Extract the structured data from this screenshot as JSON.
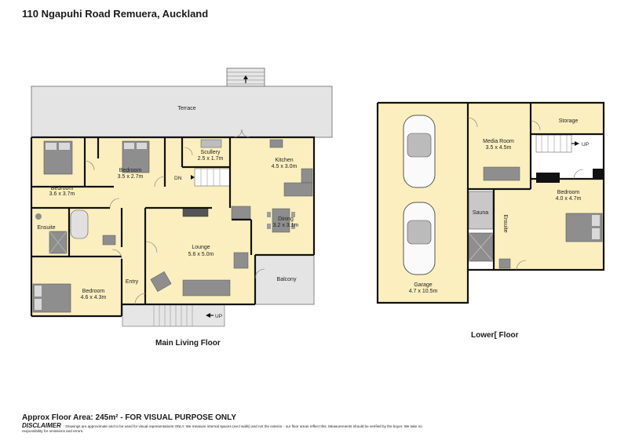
{
  "title": "110 Ngapuhi Road Remuera, Auckland",
  "main_floor_label": "Main Living Floor",
  "lower_floor_label": "Lower[  Floor",
  "floor_area_text": "Approx Floor Area: 245m² - FOR VISUAL PURPOSE ONLY",
  "disclaimer_heading": "DISCLAIMER",
  "disclaimer_text": ": Drawings are approximate and to be used for visual representations ONLY. We measure internal spaces (excl walls) and not the exterior - our floor areas reflect this. Measurements should be verified by the buyer. We take no responsibility for omissions and errors.",
  "main_floor": {
    "terrace": "Terrace",
    "up_top": "UP",
    "bedroom1": {
      "name": "Bedroom",
      "dim": "3.6 x 3.7m"
    },
    "bedroom2": {
      "name": "Bedroom",
      "dim": "3.5 x 2.7m"
    },
    "scullery": {
      "name": "Scullery",
      "dim": "2.5 x 1.7m"
    },
    "kitchen": {
      "name": "Kitchen",
      "dim": "4.5 x 3.0m"
    },
    "dining": {
      "name": "Dining",
      "dim": "3.2 x 3.1m"
    },
    "down": "DN",
    "ensuite": "Ensuite",
    "lounge": {
      "name": "Lounge",
      "dim": "5.6 x 5.0m"
    },
    "balcony": "Balcony",
    "entry": "Entry",
    "bedroom3": {
      "name": "Bedroom",
      "dim": "4.6 x 4.3m"
    },
    "up_bottom": "UP"
  },
  "lower_floor": {
    "garage": {
      "name": "Garage",
      "dim": "4.7 x 10.5m"
    },
    "media": {
      "name": "Media Room",
      "dim": "3.5 x 4.5m"
    },
    "storage": "Storage",
    "up": "UP",
    "bedroom": {
      "name": "Bedroom",
      "dim": "4.0 x 4.7m"
    },
    "sauna": "Sauna",
    "ensuite": "Ensuite"
  },
  "colors": {
    "room": "#fbefbf",
    "terrace": "#e4e4e4",
    "wall": "#111111",
    "furniture": "#8c8c8c"
  }
}
